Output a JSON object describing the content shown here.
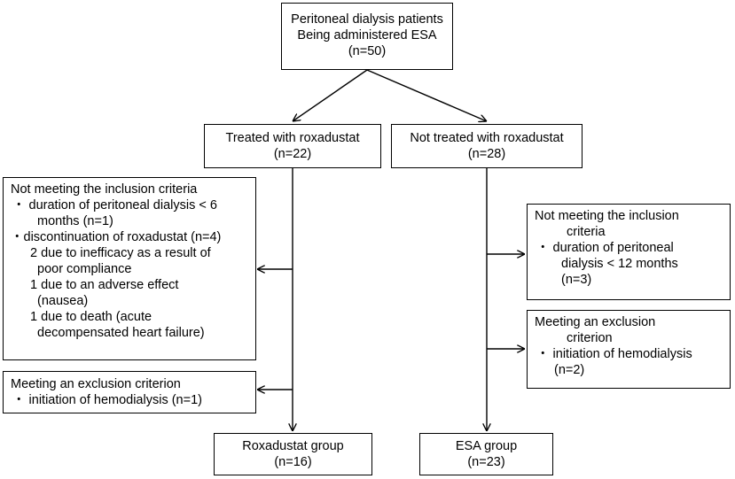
{
  "top_box": {
    "line1": "Peritoneal dialysis patients",
    "line2": "Being administered ESA",
    "line3": "(n=50)"
  },
  "treated_box": {
    "line1": "Treated with  roxadustat",
    "line2": "(n=22)"
  },
  "not_treated_box": {
    "line1": "Not treated with roxadustat",
    "line2": "(n=28)"
  },
  "excluded_left_box": {
    "lines": [
      "Not meeting the inclusion criteria",
      "・ duration of peritoneal dialysis < 6",
      "months (n=1)",
      "・discontinuation of roxadustat (n=4)",
      "2 due to inefficacy as a result of",
      "poor compliance",
      "1 due to an adverse effect",
      "(nausea)",
      "1 due to death (acute",
      "decompensated heart failure)"
    ]
  },
  "exclusion_left_box": {
    "lines": [
      "Meeting  an exclusion criterion",
      "・ initiation of hemodialysis (n=1)"
    ]
  },
  "excluded_right_box": {
    "lines": [
      "Not meeting the inclusion",
      "criteria",
      "・ duration of peritoneal",
      "dialysis < 12 months",
      "(n=3)"
    ]
  },
  "exclusion_right_box": {
    "lines": [
      "Meeting  an exclusion",
      "criterion",
      "・ initiation of hemodialysis",
      "(n=2)"
    ]
  },
  "roxadustat_group_box": {
    "line1": "Roxadustat group",
    "line2": "(n=16)"
  },
  "esa_group_box": {
    "line1": "ESA group",
    "line2": "(n=23)"
  }
}
